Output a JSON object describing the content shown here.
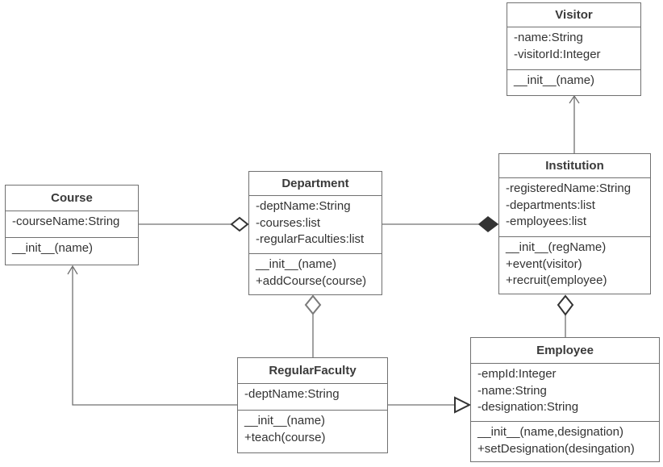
{
  "classes": {
    "visitor": {
      "name": "Visitor",
      "attributes": [
        "-name:String",
        "-visitorId:Integer"
      ],
      "methods": [
        "__init__(name)"
      ]
    },
    "institution": {
      "name": "Institution",
      "attributes": [
        "-registeredName:String",
        "-departments:list",
        "-employees:list"
      ],
      "methods": [
        "__init__(regName)",
        "+event(visitor)",
        "+recruit(employee)"
      ]
    },
    "course": {
      "name": "Course",
      "attributes": [
        "-courseName:String"
      ],
      "methods": [
        "__init__(name)"
      ]
    },
    "department": {
      "name": "Department",
      "attributes": [
        "-deptName:String",
        "-courses:list",
        "-regularFaculties:list"
      ],
      "methods": [
        "__init__(name)",
        "+addCourse(course)"
      ]
    },
    "regularFaculty": {
      "name": "RegularFaculty",
      "attributes": [
        "-deptName:String"
      ],
      "methods": [
        "__init__(name)",
        "+teach(course)"
      ]
    },
    "employee": {
      "name": "Employee",
      "attributes": [
        "-empId:Integer",
        "-name:String",
        "-designation:String"
      ],
      "methods": [
        "__init__(name,designation)",
        "+setDesignation(desingation)"
      ]
    }
  },
  "relationships": [
    {
      "from": "institution",
      "to": "visitor",
      "type": "dependency-arrow"
    },
    {
      "from": "department",
      "to": "institution",
      "type": "composition"
    },
    {
      "from": "course",
      "to": "department",
      "type": "aggregation"
    },
    {
      "from": "regularFaculty",
      "to": "department",
      "type": "aggregation"
    },
    {
      "from": "employee",
      "to": "institution",
      "type": "aggregation"
    },
    {
      "from": "regularFaculty",
      "to": "course",
      "type": "association-arrow"
    },
    {
      "from": "regularFaculty",
      "to": "employee",
      "type": "generalization"
    }
  ],
  "colors": {
    "line": "#707070",
    "text": "#333333",
    "fill": "#ffffff",
    "composition": "#333333"
  }
}
